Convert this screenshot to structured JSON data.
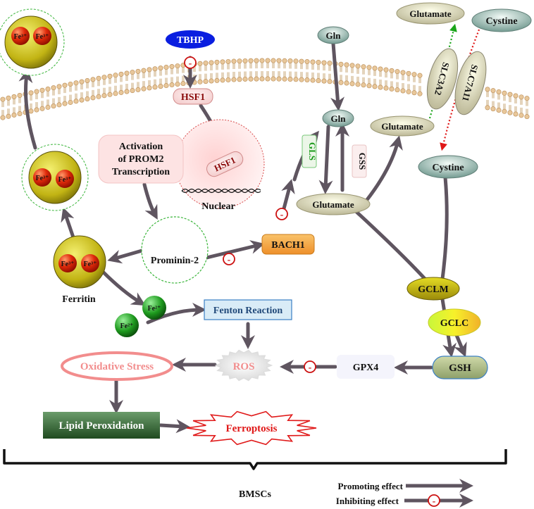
{
  "labels": {
    "tbhp": "TBHP",
    "hsf1_cyto": "HSF1",
    "hsf1_nuc": "HSF1",
    "nuclear": "Nuclear",
    "activation_1": "Activation",
    "activation_2": "of PROM2",
    "activation_3": "Transcription",
    "prominin2": "Prominin-2",
    "bach1": "BACH1",
    "gln_out": "Gln",
    "gln_in": "Gln",
    "gls": "GLS",
    "gss": "GSS",
    "glutamate_center": "Glutamate",
    "glutamate_upper": "Glutamate",
    "glutamate_out": "Glutamate",
    "cystine_out": "Cystine",
    "cystine_in": "Cystine",
    "slc3a2": "SLC3A2",
    "slc7a11": "SLC7A11",
    "gclm": "GCLM",
    "gclc": "GCLC",
    "gsh": "GSH",
    "gpx4": "GPX4",
    "ros": "ROS",
    "fenton": "Fenton Reaction",
    "oxidative": "Oxidative Stress",
    "lipid": "Lipid Peroxidation",
    "ferroptosis": "Ferroptosis",
    "ferritin": "Ferritin",
    "fe3": "Fe³⁺",
    "fe2": "Fe²⁺",
    "bmscs": "BMSCs",
    "legend_promoting": "Promoting effect",
    "legend_inhibiting": "Inhibiting effect",
    "minus": "-"
  },
  "colors": {
    "arrow": "#5f5560",
    "tbhp": "#0a1ee0",
    "gls_text": "#1a9a1a",
    "minus": "#cc1111",
    "membrane_head": "#e8c79a",
    "ferroptosis": "#e01818",
    "oxidative": "#f28d8d",
    "fenton_fill": "#d9ecf7",
    "bach1": "#f4a84a",
    "lipid_fill": "#3c6a3c"
  }
}
